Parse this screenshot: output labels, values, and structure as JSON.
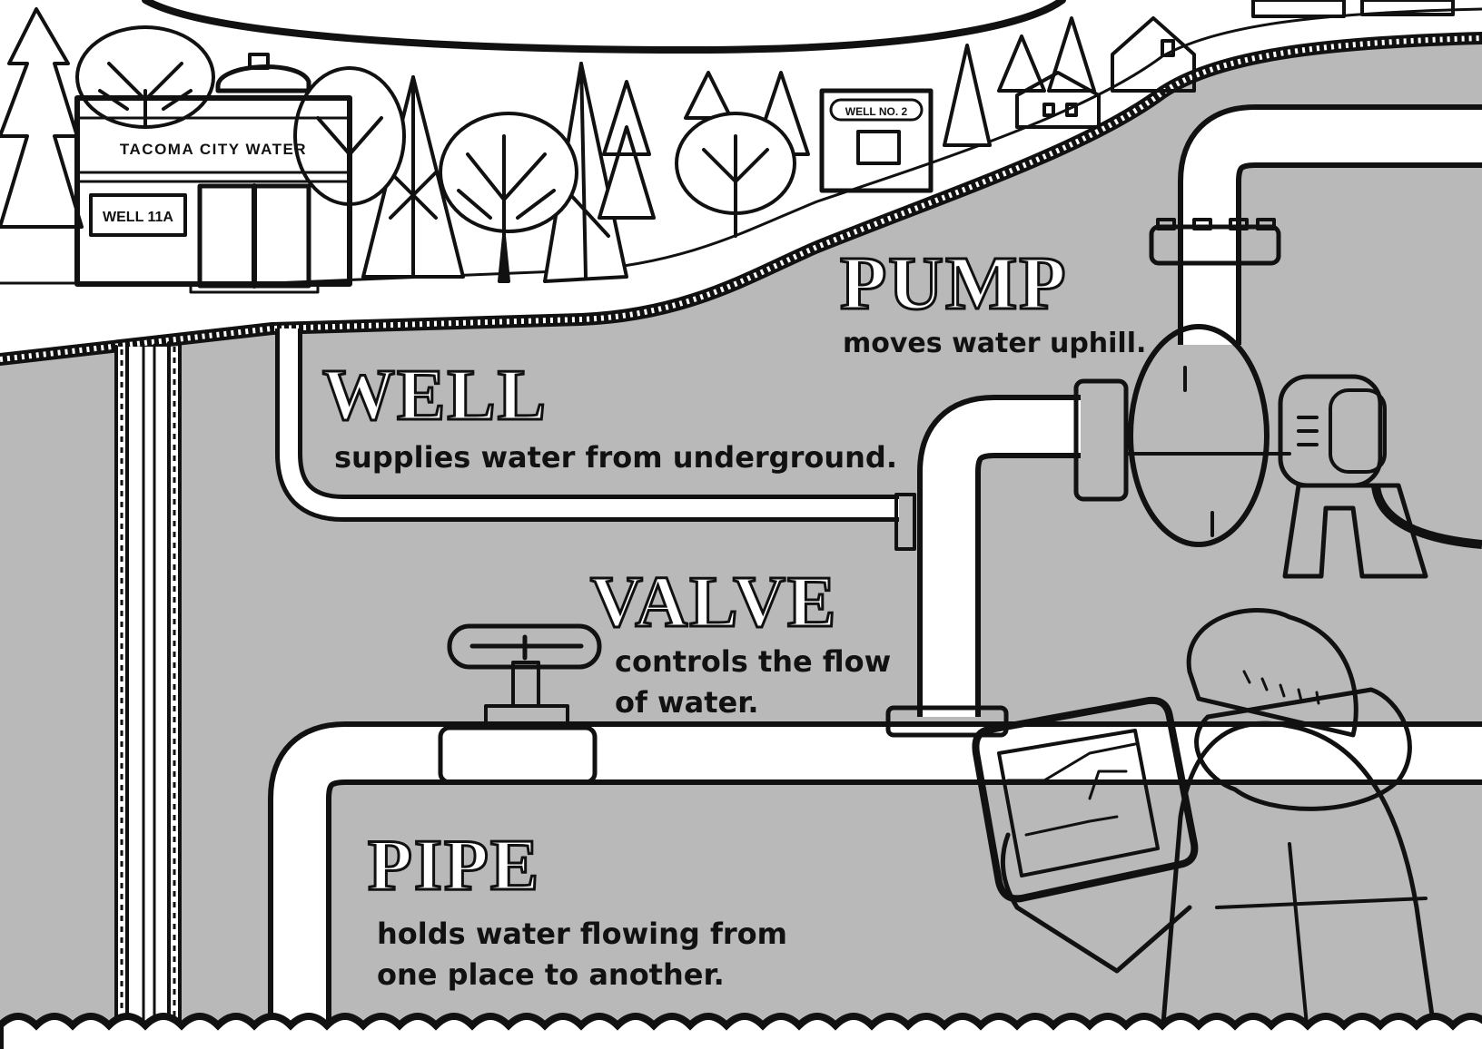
{
  "signs": {
    "building": "TACOMA CITY WATER",
    "well_11a": "WELL 11A",
    "well_no2": "WELL NO. 2"
  },
  "terms": [
    {
      "id": "pump",
      "title": "PUMP",
      "lines": [
        "moves water uphill."
      ]
    },
    {
      "id": "well",
      "title": "WELL",
      "lines": [
        "supplies water from underground."
      ]
    },
    {
      "id": "valve",
      "title": "VALVE",
      "lines": [
        "controls the flow",
        "of water."
      ]
    },
    {
      "id": "pipe",
      "title": "PIPE",
      "lines": [
        "holds water flowing from",
        "one place to another."
      ]
    }
  ],
  "colors": {
    "ground": "#b9b9b9",
    "ink": "#111111",
    "paper": "#ffffff"
  },
  "icons": [
    "pine-tree-icon",
    "deciduous-tree-icon",
    "house-icon",
    "pump-icon",
    "valve-wheel-icon",
    "tablet-icon",
    "hard-hat-icon"
  ]
}
